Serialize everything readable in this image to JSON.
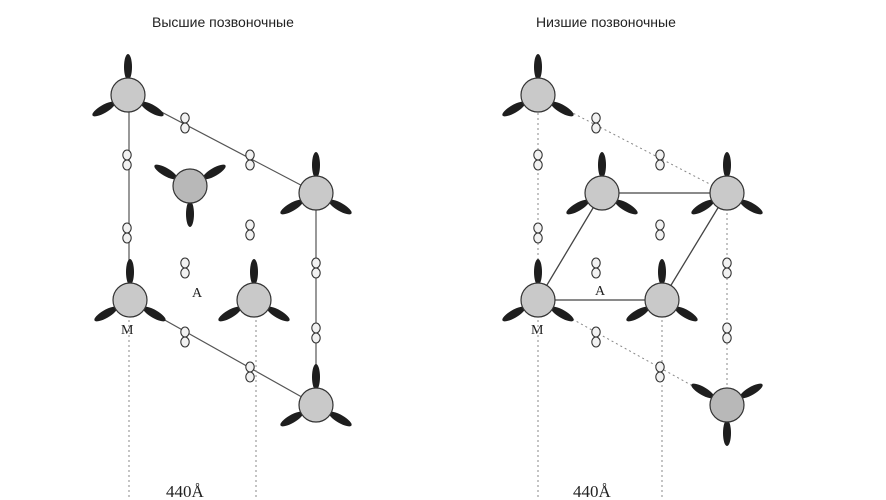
{
  "panels": [
    {
      "title": "Высшие позвоночные",
      "center_label": "A",
      "corner_label": "M",
      "distance_label": "440Å"
    },
    {
      "title": "Низшие позвоночные",
      "center_label": "A",
      "corner_label": "M",
      "distance_label": "440Å"
    }
  ],
  "colors": {
    "myosin_head": "#1e1e1e",
    "myosin_body": "#c9c9c9",
    "actin": "#f2f2f2",
    "outline": "#333333"
  }
}
